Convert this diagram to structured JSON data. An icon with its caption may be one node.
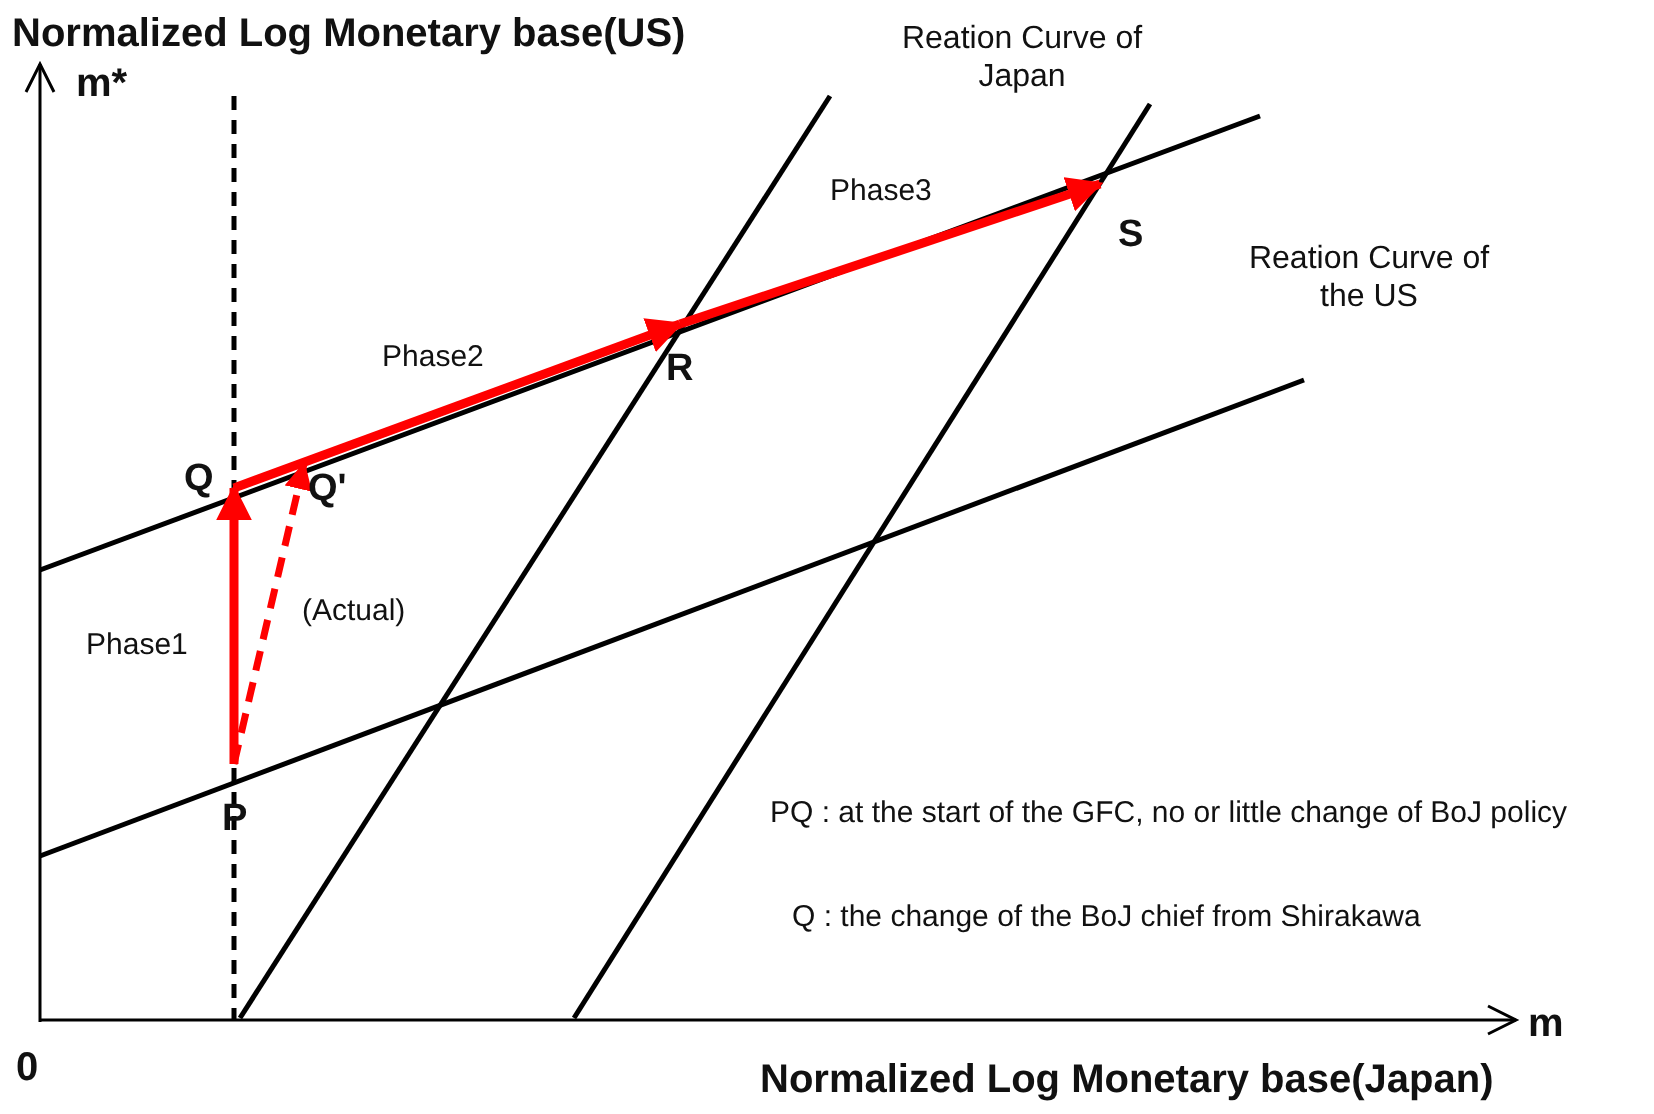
{
  "diagram": {
    "nodes": [
      {
        "text": [
          "P"
        ]
      },
      {
        "text": [
          "Q"
        ]
      },
      {
        "text": [
          "Q'"
        ]
      },
      {
        "text": [
          "R"
        ]
      },
      {
        "text": [
          "S"
        ]
      }
    ],
    "edges": [
      {
        "from": 0,
        "to": 1,
        "arrow": "to",
        "label": "Phase1",
        "color": "#ff0000"
      },
      {
        "from": 0,
        "to": 2,
        "arrow": "to",
        "label": "(Actual)",
        "style": "dashed",
        "color": "#ff0000"
      },
      {
        "from": 1,
        "to": 3,
        "arrow": "to",
        "label": "Phase2",
        "color": "#ff0000"
      },
      {
        "from": 3,
        "to": 4,
        "arrow": "to",
        "label": "Phase3",
        "color": "#ff0000"
      }
    ],
    "labels": [
      "Normalized Log Monetary base(US)",
      "m*",
      "Reation Curve of Japan",
      "Reation Curve of the US",
      "PQ : at the start of the GFC, no or little change of BoJ policy",
      "Q : the change of the BoJ chief from Shirakawa",
      "0",
      "m",
      "Normalized Log Monetary base(Japan)"
    ]
  }
}
